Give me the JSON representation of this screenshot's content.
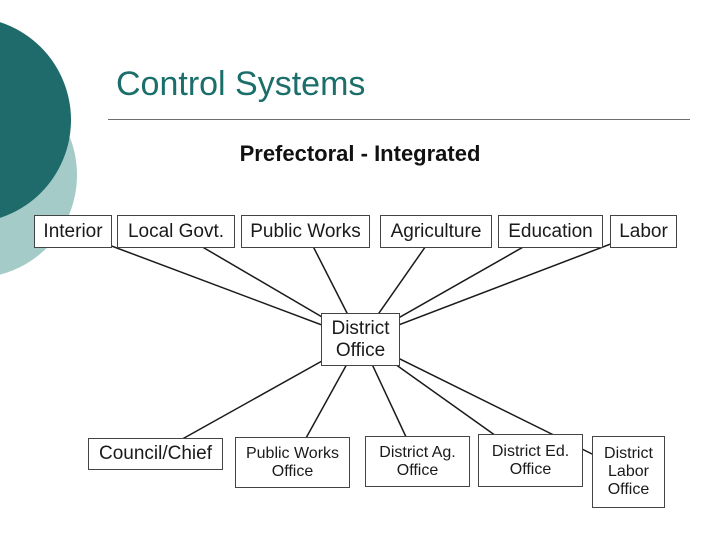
{
  "slide": {
    "title": "Control Systems",
    "subtitle": "Prefectoral - Integrated"
  },
  "colors": {
    "title": "#1b6e6a",
    "circle_dark": "#1f6b6b",
    "circle_light": "#a4cbc8",
    "connector": "#1a1a1a",
    "box_border": "#444444"
  },
  "diagram": {
    "top_row": [
      {
        "id": "interior",
        "label": "Interior"
      },
      {
        "id": "local-govt",
        "label": "Local Govt."
      },
      {
        "id": "public-works",
        "label": "Public Works"
      },
      {
        "id": "agriculture",
        "label": "Agriculture"
      },
      {
        "id": "education",
        "label": "Education"
      },
      {
        "id": "labor",
        "label": "Labor"
      }
    ],
    "center": {
      "id": "district-office",
      "label": "District\nOffice"
    },
    "bottom_row": [
      {
        "id": "council-chief",
        "label": "Council/Chief"
      },
      {
        "id": "public-works-office",
        "label": "Public Works\nOffice"
      },
      {
        "id": "district-ag-office",
        "label": "District Ag.\nOffice"
      },
      {
        "id": "district-ed-office",
        "label": "District Ed.\nOffice"
      },
      {
        "id": "district-labor-office",
        "label": "District\nLabor\nOffice"
      }
    ],
    "edges": [
      [
        "interior",
        "district-office"
      ],
      [
        "local-govt",
        "district-office"
      ],
      [
        "public-works",
        "district-office"
      ],
      [
        "agriculture",
        "district-office"
      ],
      [
        "education",
        "district-office"
      ],
      [
        "labor",
        "district-office"
      ],
      [
        "district-office",
        "council-chief"
      ],
      [
        "district-office",
        "public-works-office"
      ],
      [
        "district-office",
        "district-ag-office"
      ],
      [
        "district-office",
        "district-ed-office"
      ],
      [
        "district-office",
        "district-labor-office"
      ]
    ]
  }
}
